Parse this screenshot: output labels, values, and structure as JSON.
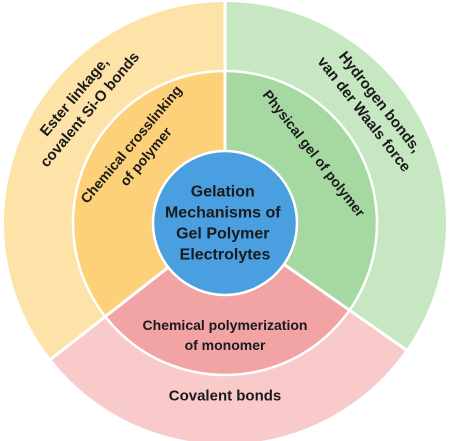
{
  "center": {
    "lines": [
      "Gelation",
      "Mechanisms of",
      "Gel Polymer",
      "Electrolytes"
    ],
    "color": "#4a9fe0"
  },
  "segments": [
    {
      "id": "chemical-crosslinking",
      "inner_lines": [
        "Chemical crosslinking",
        "of polymer"
      ],
      "outer_lines": [
        "Ester linkage,",
        "covalent Si-O bonds"
      ],
      "inner_color": "#fdd07a",
      "outer_color": "#fde3a8"
    },
    {
      "id": "physical-gel",
      "inner_lines": [
        "Physical gel of polymer"
      ],
      "outer_lines": [
        "Hydrogen bonds,",
        "van der Waals force"
      ],
      "inner_color": "#a6d9a2",
      "outer_color": "#c6e7c1"
    },
    {
      "id": "chemical-polymerization",
      "inner_lines": [
        "Chemical polymerization",
        "of monomer"
      ],
      "outer_lines": [
        "Covalent bonds"
      ],
      "inner_color": "#f2a3a3",
      "outer_color": "#f8caca"
    }
  ],
  "divider_color": "#ffffff"
}
